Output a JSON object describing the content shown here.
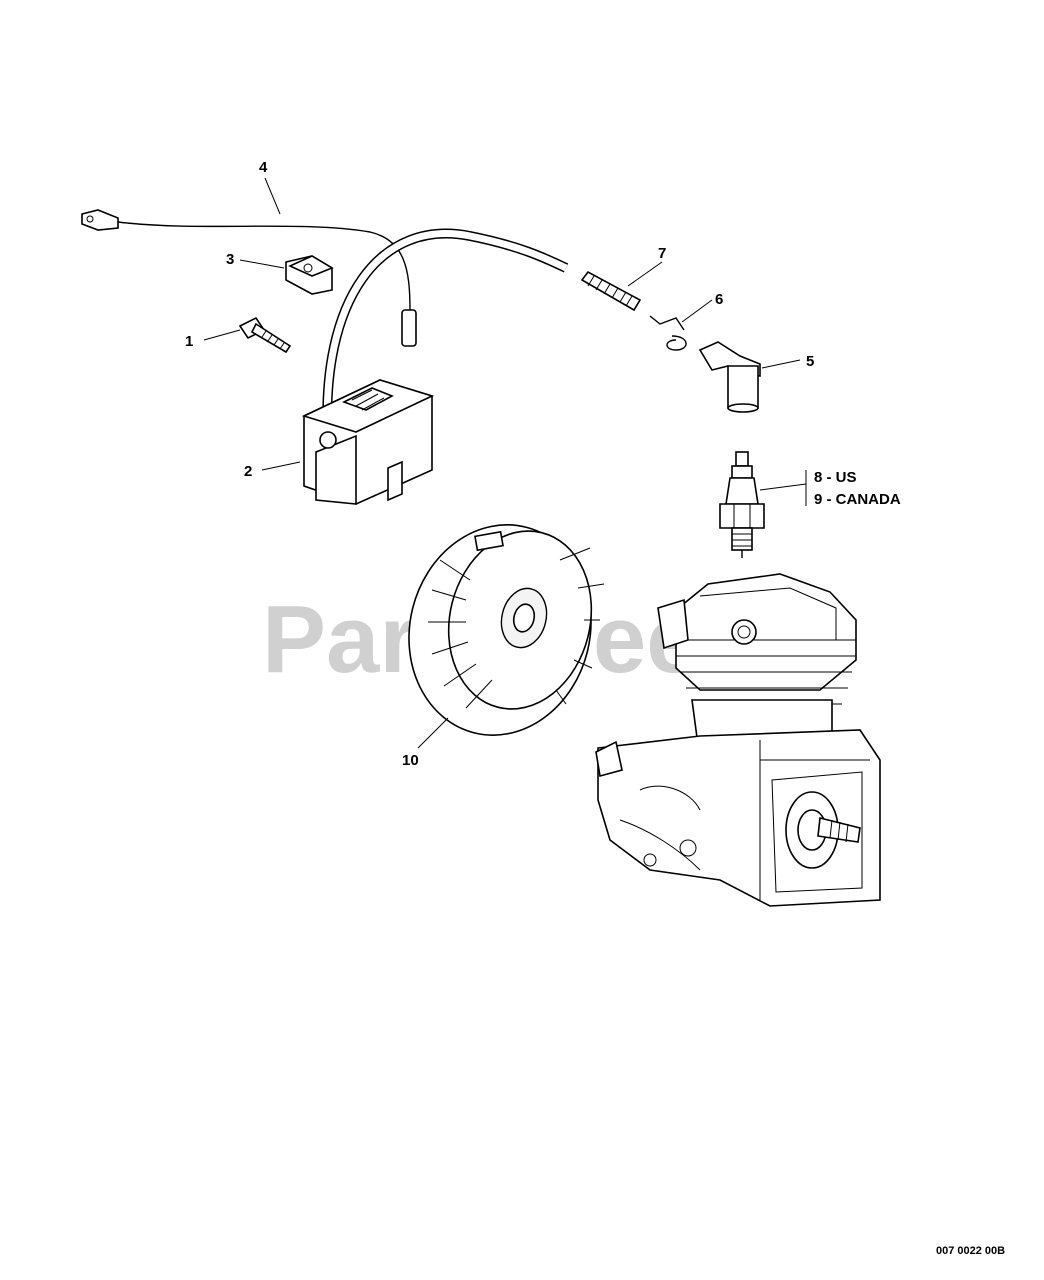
{
  "watermark": "PartsTree",
  "callouts": [
    {
      "id": "1",
      "text": "1"
    },
    {
      "id": "2",
      "text": "2"
    },
    {
      "id": "3",
      "text": "3"
    },
    {
      "id": "4",
      "text": "4"
    },
    {
      "id": "5",
      "text": "5"
    },
    {
      "id": "6",
      "text": "6"
    },
    {
      "id": "7",
      "text": "7"
    },
    {
      "id": "8",
      "text": "8 - US"
    },
    {
      "id": "9",
      "text": "9 - CANADA"
    },
    {
      "id": "10",
      "text": "10"
    }
  ],
  "reference_code": "007 0022 00B"
}
